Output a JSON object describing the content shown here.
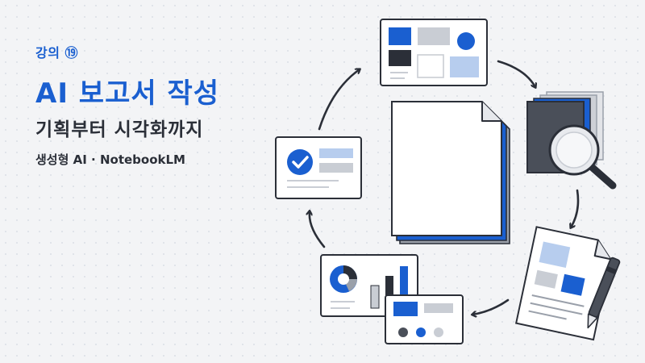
{
  "lecture": {
    "label": "강의 ⑲"
  },
  "title": {
    "main": "AI 보고서 작성",
    "sub": "기획부터 시각화까지",
    "tagline": "생성형 AI · NotebookLM"
  },
  "illustration": {
    "cycle_steps": [
      "layout-board-icon",
      "magnifier-icon",
      "document-pen-icon",
      "dashboard-icon",
      "checklist-icon"
    ],
    "center": "document-stack-icon"
  },
  "colors": {
    "accent": "#1a5fd0",
    "light_accent": "#b7cdee",
    "dark": "#2b2f38",
    "gray": "#c9cdd4",
    "background": "#f3f4f6"
  }
}
